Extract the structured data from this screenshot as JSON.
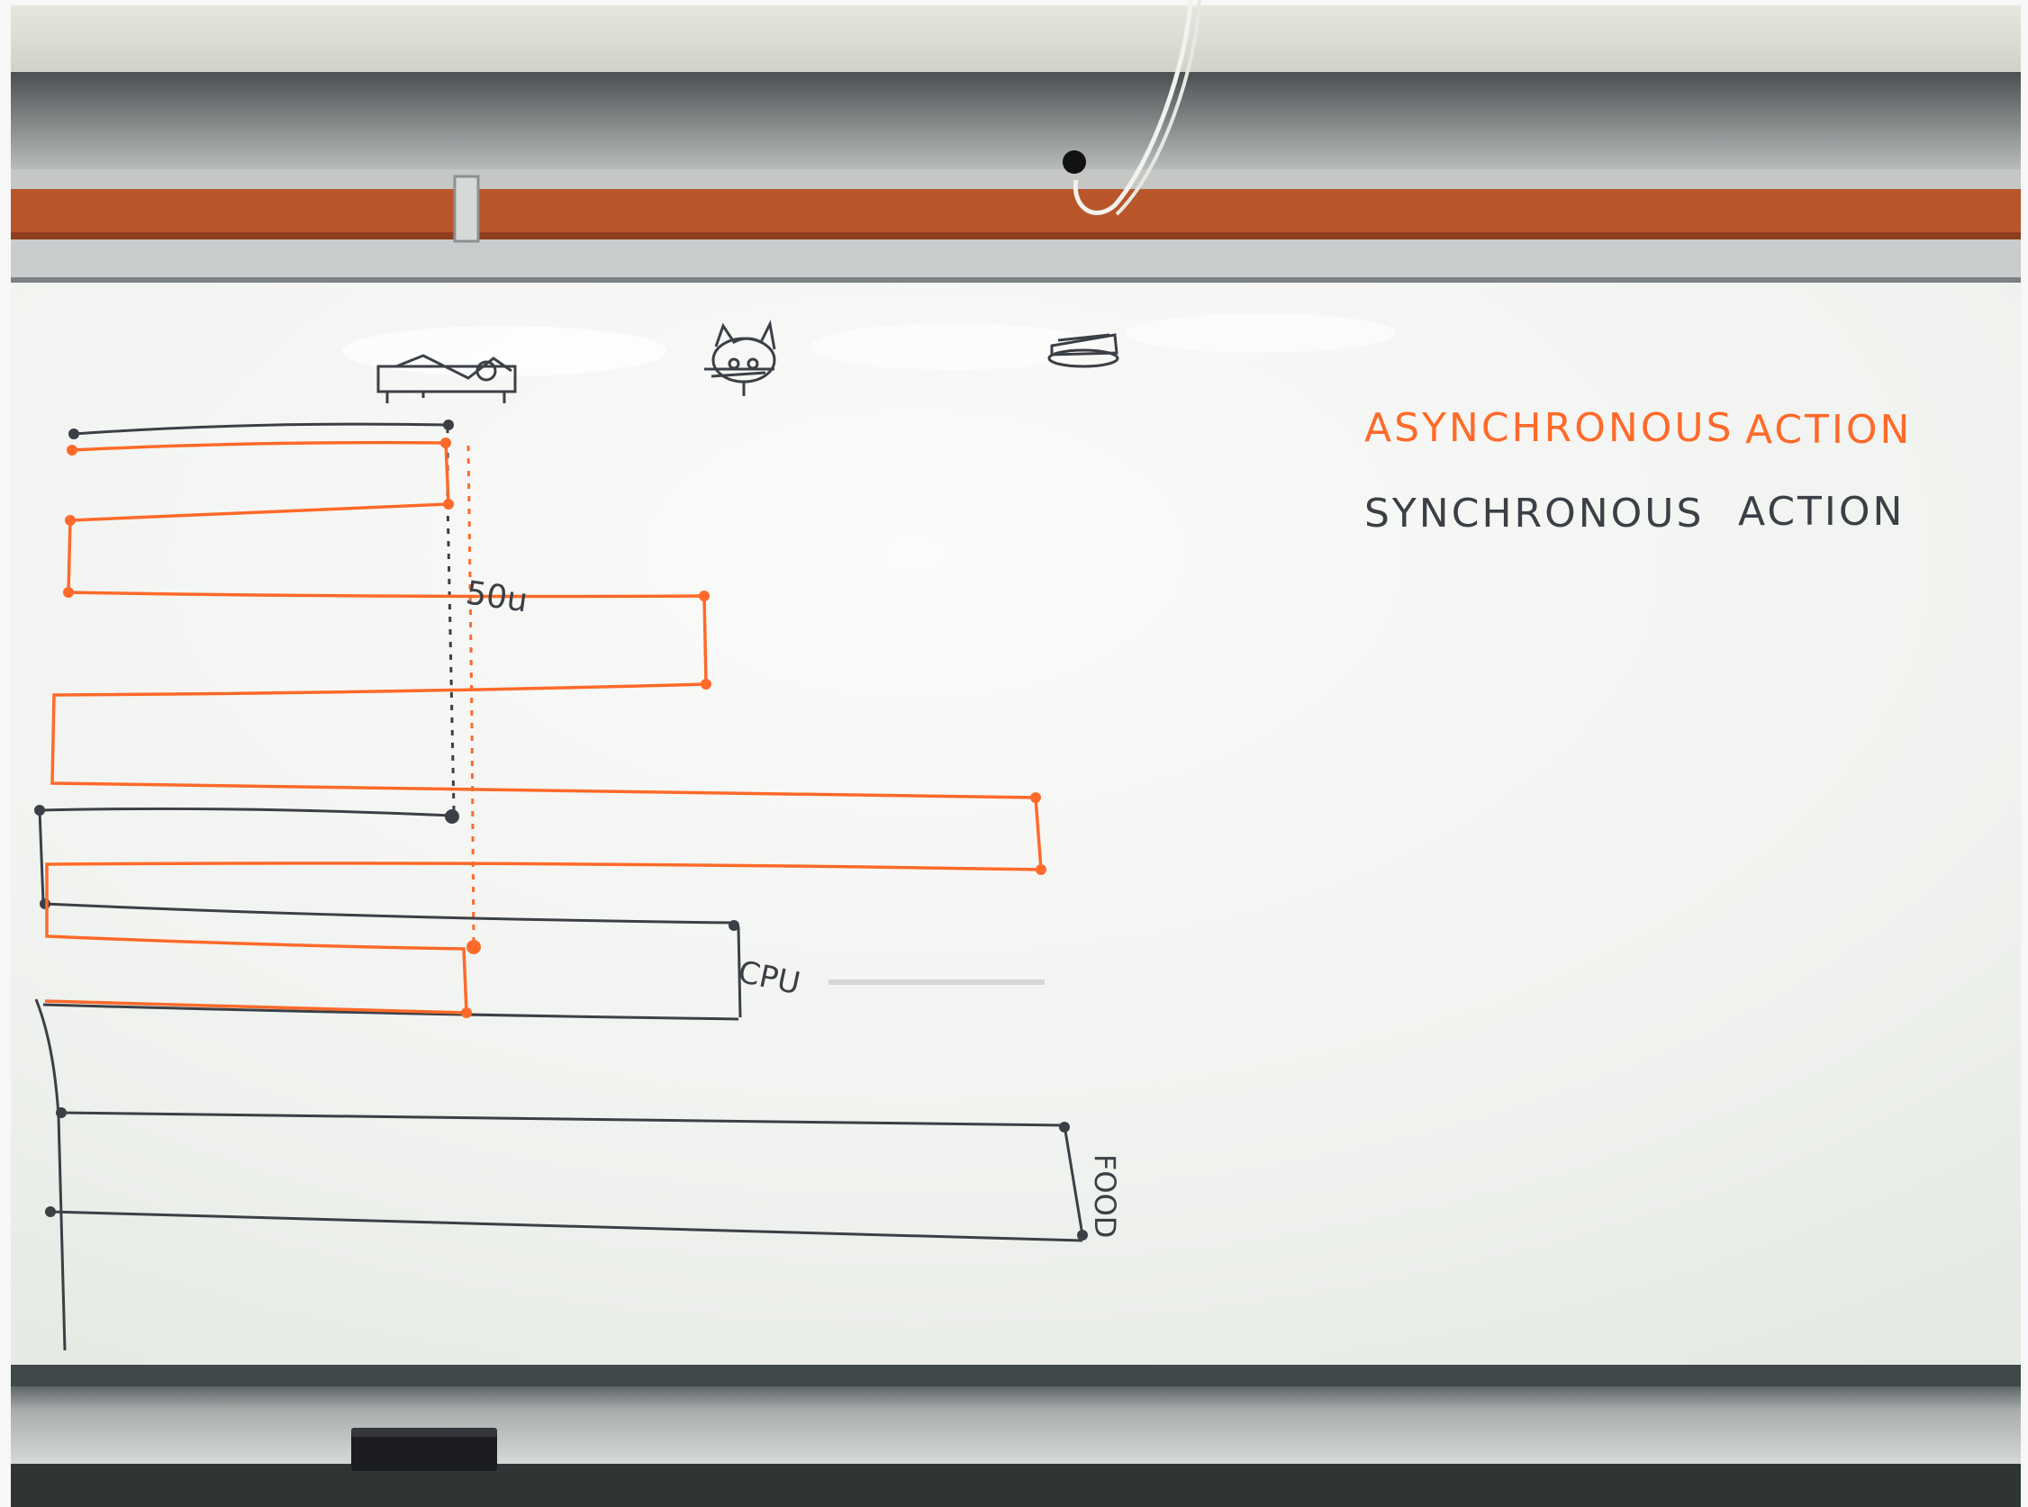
{
  "scene": "whiteboard-photo",
  "header_icons": [
    "trolley-icon",
    "cat-face-icon",
    "cake-icon"
  ],
  "legend": {
    "async_label": "ASYNCHRONOUS",
    "async_action": "ACTION",
    "sync_label": "SYNCHRONOUS",
    "sync_action": "ACTION"
  },
  "annotations": {
    "fifty_ms": "50u",
    "cpu": "CPU",
    "food": "FOOD"
  },
  "colors": {
    "wall": "#dde0d6",
    "board": "#f4f5f2",
    "cork": "#b8562a",
    "tray": "#8a8f8e",
    "async_ink": "#ff6a2a",
    "sync_ink": "#3b4046",
    "eraser": "#1c1d20"
  }
}
